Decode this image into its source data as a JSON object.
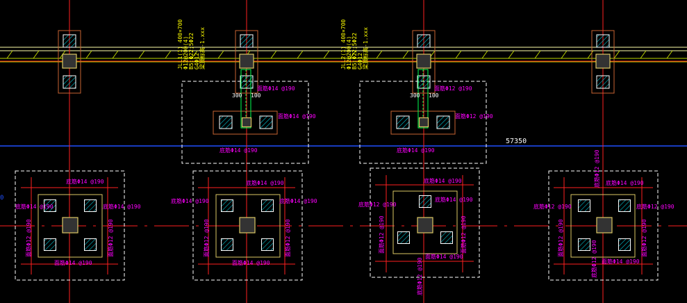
{
  "colors": {
    "background": "#000000",
    "axis": "#ff2020",
    "blue_line": "#2050ff",
    "beam": "#ffffaa",
    "beam_green": "#bcd400",
    "hatch": "#00c8d8",
    "magenta": "#ff00ff",
    "yellow": "#ffff00",
    "white": "#ffffff",
    "dashed": "#ffffff",
    "green": "#00ff50",
    "box_border": "#c86432",
    "yellow_box": "#dcc864"
  },
  "labels": {
    "dimension": "57350",
    "dim_300_left": "300",
    "dim_100_left": "100",
    "dim_300_right": "300",
    "dim_100_right": "100",
    "beam1_line1": "JLL1(1) 400×700",
    "beam1_line2": "Φ12@200(4)",
    "beam1_line3": "B5:Φ22;5Φ22",
    "beam1_line4": "G4Φ12",
    "beam1_line5": "梁顶标高-1.xxx",
    "beam2_line1": "JLL2(1) 400×700",
    "beam2_line2": "Φ12@200(4)",
    "beam2_line3": "B5:Φ22;5Φ22",
    "beam2_line4": "G4Φ12",
    "beam2_line5": "梁顶标高-1.xxx",
    "rebar_a": "底筋Φ14 @190",
    "rebar_b": "底筋Φ12 @190",
    "rebar_c": "面筋Φ14 @190",
    "rebar_d": "面筋Φ12 @190",
    "left_edge_marker": "0"
  }
}
